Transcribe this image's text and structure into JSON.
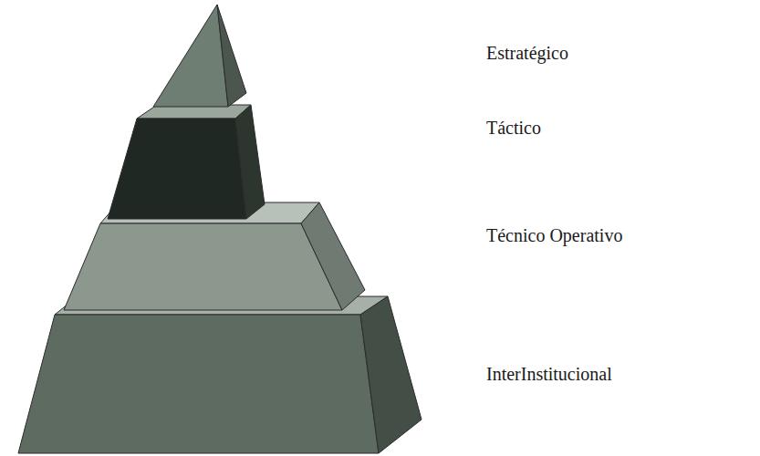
{
  "diagram": {
    "labels": [
      "Estratégico",
      "Táctico",
      "Técnico Operativo",
      "InterInstitucional"
    ]
  }
}
